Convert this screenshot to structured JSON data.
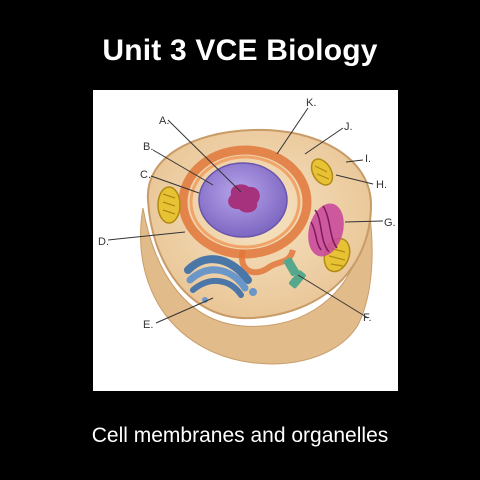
{
  "title": "Unit 3 VCE Biology",
  "subtitle": "Cell membranes and organelles",
  "diagram": {
    "labels": {
      "A": "A.",
      "B": "B.",
      "C": "C.",
      "D": "D.",
      "E": "E.",
      "F": "F.",
      "G": "G.",
      "H": "H.",
      "I": "I.",
      "J": "J.",
      "K": "K."
    }
  },
  "colors": {
    "background": "#000000",
    "panel": "#ffffff",
    "cytoplasm": "#f2d9b0",
    "membrane": "#d9b48a",
    "nucleus": "#9b86d6",
    "nucleolus": "#a6317d",
    "rough_er": "#e0773b",
    "golgi": "#5a86b8",
    "mitochondrion": "#e8c235",
    "lysosome": "#c94a9b",
    "centriole": "#56a88c"
  }
}
